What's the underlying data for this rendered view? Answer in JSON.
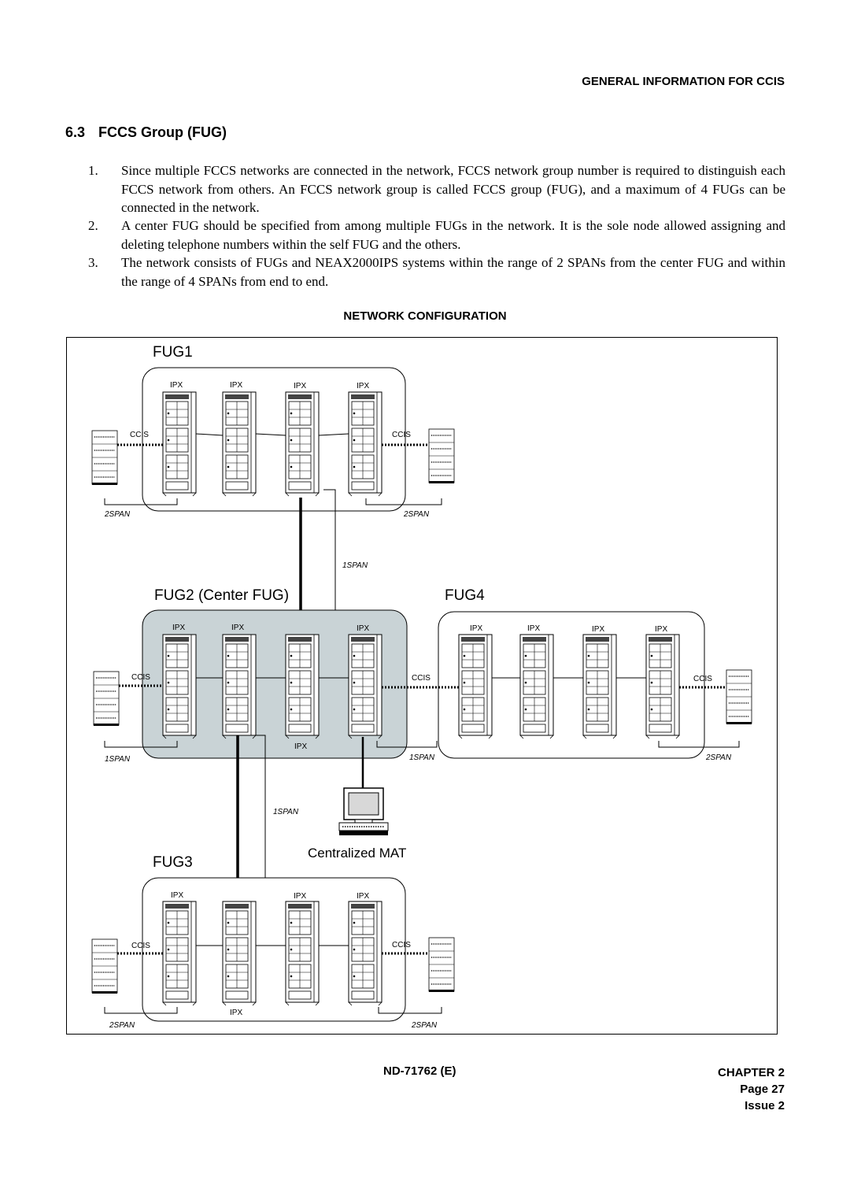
{
  "header": {
    "running_title": "GENERAL INFORMATION FOR CCIS"
  },
  "section": {
    "number": "6.3",
    "title": "FCCS Group (FUG)"
  },
  "paragraphs": [
    {
      "num": "1.",
      "text": "Since multiple FCCS networks are connected in the network, FCCS network group number is required to distinguish each FCCS network from others. An FCCS network group is called FCCS group (FUG), and a maximum of 4 FUGs can be connected in the network."
    },
    {
      "num": "2.",
      "text": "A center FUG should be specified from among multiple FUGs in the network. It is the sole node allowed assigning and deleting telephone numbers within the self FUG and the others."
    },
    {
      "num": "3.",
      "text": "The network consists of FUGs and NEAX2000IPS systems within the range of 2 SPANs from the center FUG and within the range of 4 SPANs from end to end."
    }
  ],
  "figure": {
    "heading": "NETWORK CONFIGURATION",
    "fug1": {
      "title": "FUG1",
      "ipx_labels": [
        "IPX",
        "IPX",
        "IPX",
        "IPX"
      ],
      "ccis_left": "CCIS",
      "ccis_right": "CCIS",
      "span_left": "2SPAN",
      "span_right": "2SPAN"
    },
    "link_fug1_fug2": "1SPAN",
    "fug2": {
      "title": "FUG2 (Center FUG)",
      "ipx_labels": [
        "IPX",
        "IPX",
        "IPX"
      ],
      "ipx_bottom": "IPX",
      "ccis_left": "CCIS",
      "ccis_right": "CCIS",
      "span_left": "1SPAN",
      "span_right": "1SPAN"
    },
    "fug4": {
      "title": "FUG4",
      "ipx_labels": [
        "IPX",
        "IPX",
        "IPX",
        "IPX"
      ],
      "ccis_right": "CCIS",
      "span_right": "2SPAN"
    },
    "link_fug2_fug3": "1SPAN",
    "mat": {
      "label": "Centralized MAT"
    },
    "fug3": {
      "title": "FUG3",
      "ipx_labels": [
        "IPX",
        "IPX",
        "IPX"
      ],
      "ipx_bottom": "IPX",
      "ccis_left": "CCIS",
      "ccis_right": "CCIS",
      "span_left": "2SPAN",
      "span_right": "2SPAN"
    },
    "colors": {
      "center_group_fill": "#c9d3d6",
      "line": "#000000"
    }
  },
  "footer": {
    "doc_id": "ND-71762 (E)",
    "chapter": "CHAPTER 2",
    "page": "Page 27",
    "issue": "Issue 2"
  }
}
